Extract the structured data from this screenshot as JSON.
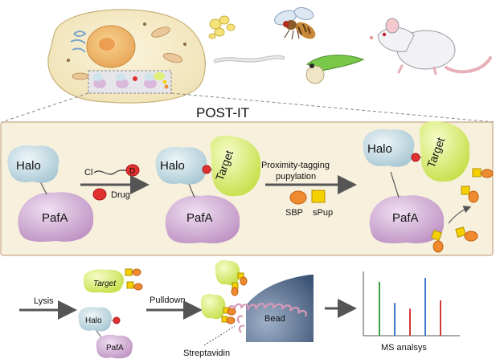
{
  "title": "POST-IT",
  "step1": {
    "halo": "Halo",
    "pafa": "PafA",
    "cl": "Cl",
    "d": "D",
    "drug": "Drug"
  },
  "step2": {
    "halo": "Halo",
    "pafa": "PafA",
    "target": "Target",
    "arrow_label_line1": "Proximity-tagging",
    "arrow_label_line2": "pupylation",
    "sbp": "SBP",
    "spup": "sPup"
  },
  "step3": {
    "halo": "Halo",
    "pafa": "PafA",
    "target": "Target"
  },
  "workflow": {
    "lysis": "Lysis",
    "pulldown": "Pulldown",
    "target": "Target",
    "halo": "Halo",
    "pafa": "PafA",
    "bead": "Bead",
    "streptavidin": "Streptavidin",
    "ms_analysis": "MS analsys"
  },
  "colors": {
    "halo": "#cfe3ea",
    "pafa": "#d9b8dc",
    "target": "#dff07a",
    "drug": "#e03030",
    "panel": "#f7f0dd",
    "panel_border": "#c9a888",
    "sbp": "#f08a30",
    "spup": "#f5d000",
    "bead": "#4a6484",
    "ms_green": "#3aa04a",
    "ms_blue": "#3a7ac8",
    "ms_red": "#d03a3a"
  },
  "ms_chart": {
    "bars": [
      {
        "color": "green",
        "value": 0.84
      },
      {
        "color": "blue",
        "value": 0.51
      },
      {
        "color": "red",
        "value": 0.42
      },
      {
        "color": "blue",
        "value": 0.9
      },
      {
        "color": "red",
        "value": 0.55
      }
    ]
  },
  "icons": [
    "cell-icon",
    "yeast-icon",
    "worm-icon",
    "fly-icon",
    "zebrafish-icon",
    "mouse-icon"
  ]
}
